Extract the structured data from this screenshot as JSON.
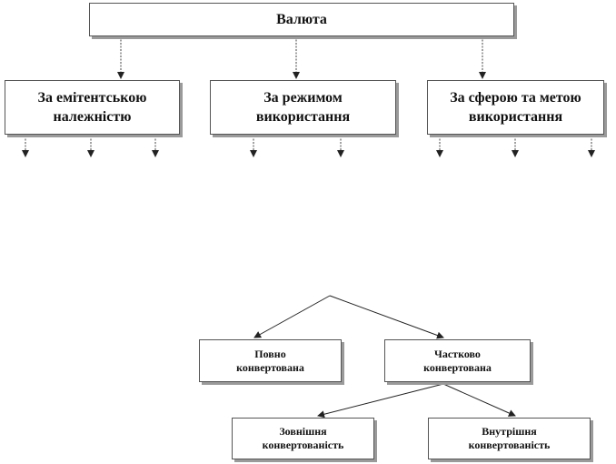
{
  "diagram": {
    "root": {
      "label": "Валюта"
    },
    "level1": [
      {
        "label": "За емітентською\nналежністю"
      },
      {
        "label": "За режимом\nвикористання"
      },
      {
        "label": "За сферою та метою\nвикористання"
      }
    ],
    "convertibility": [
      {
        "label": "Повно\nконвертована"
      },
      {
        "label": "Частково\nконвертована"
      }
    ],
    "partial_types": [
      {
        "label": "Зовнішня\nконвертованість"
      },
      {
        "label": "Внутрішня\nконвертованість"
      }
    ]
  }
}
